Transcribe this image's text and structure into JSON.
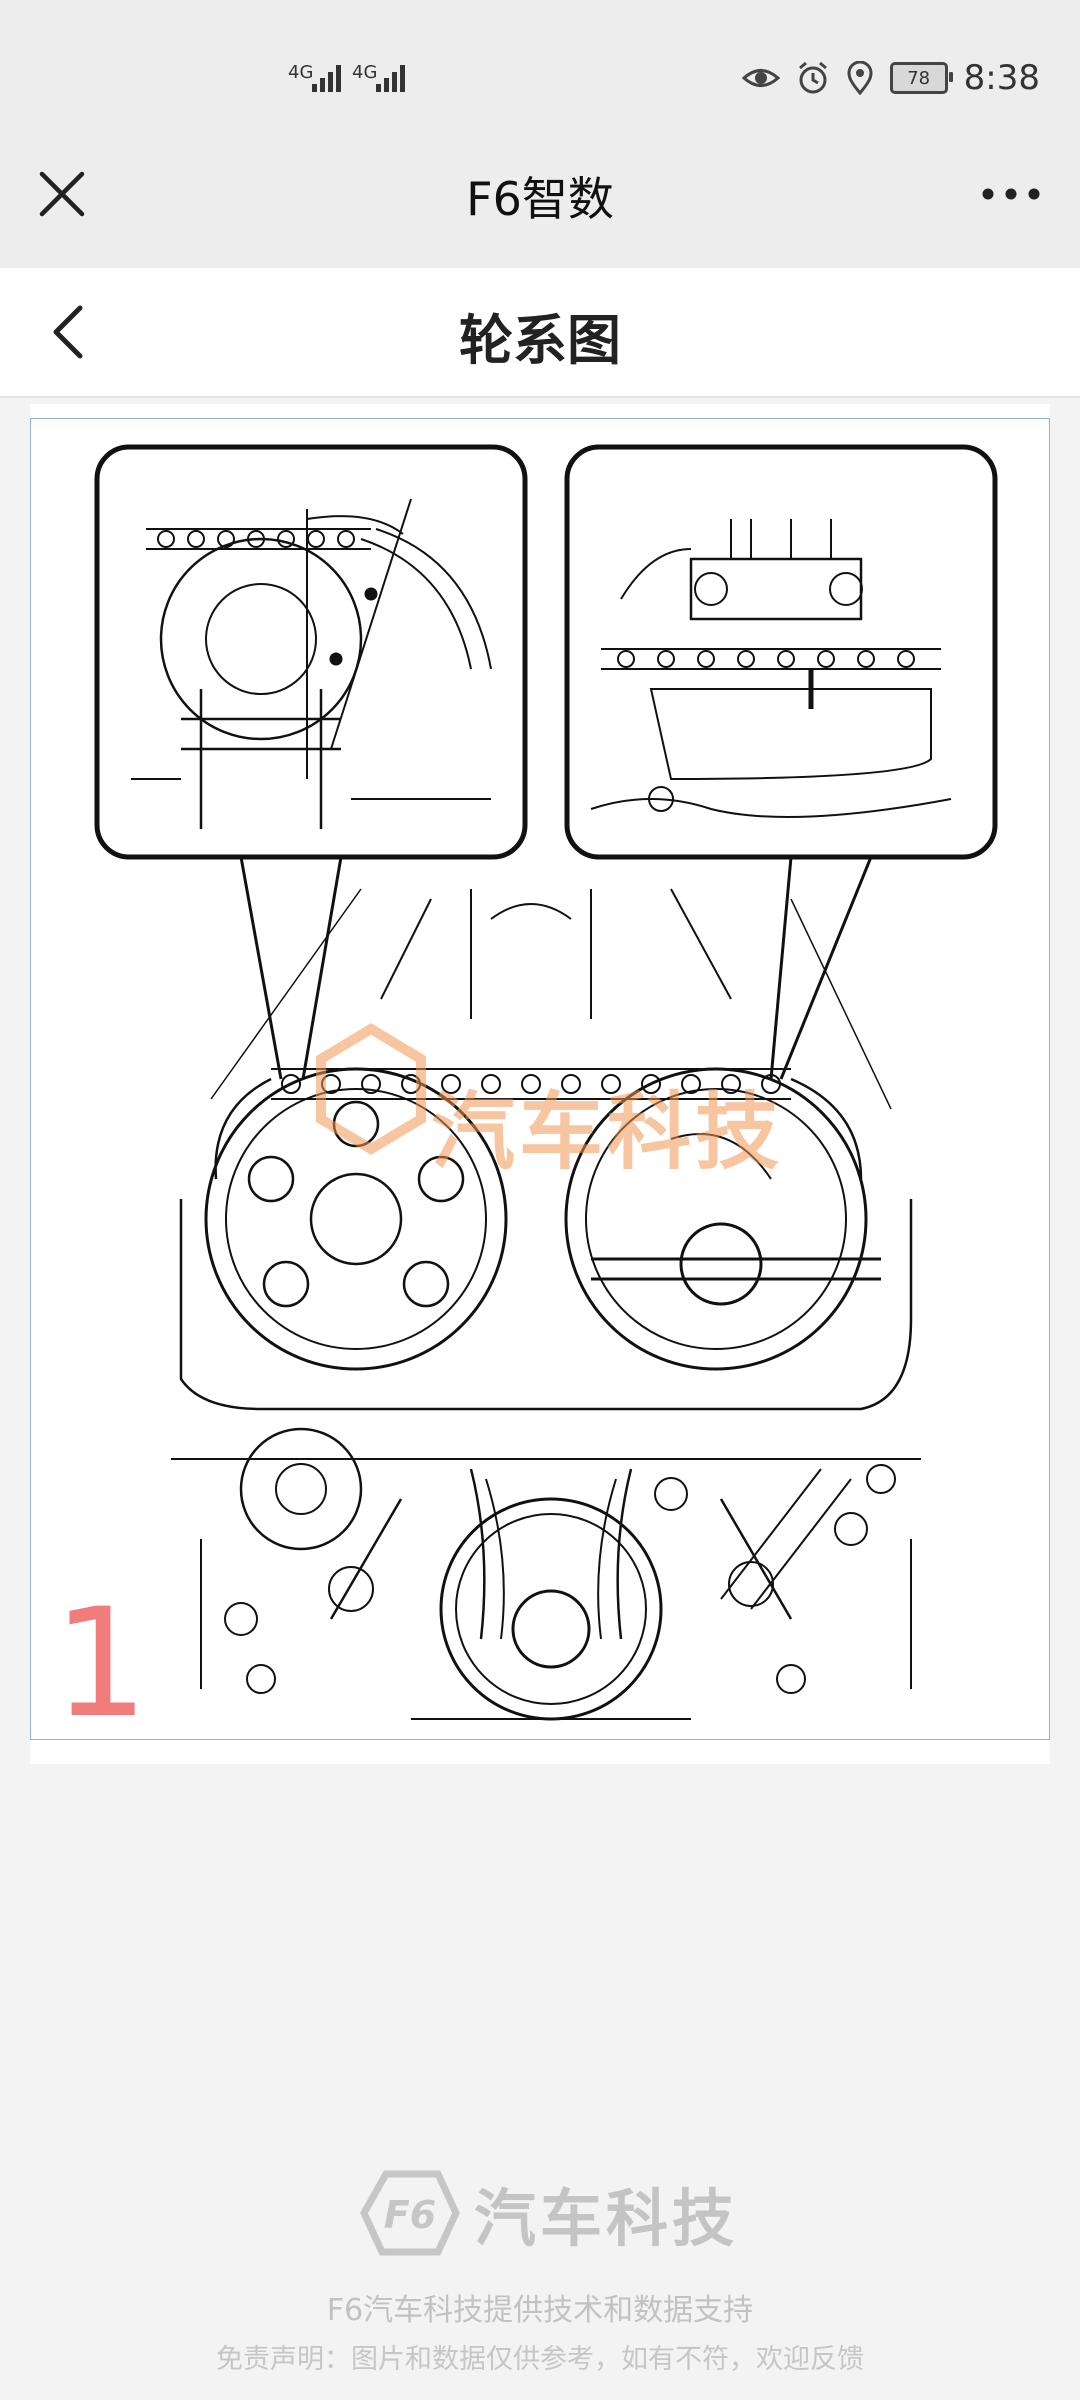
{
  "status_bar": {
    "signal_1": "4G",
    "signal_2": "4G",
    "battery": "78",
    "time": "8:38",
    "icons": [
      "eye-icon",
      "alarm-icon",
      "location-icon"
    ]
  },
  "app_bar": {
    "title": "F6智数",
    "close_icon": "close-icon",
    "more_icon": "more-icon"
  },
  "nav": {
    "title": "轮系图",
    "back_icon": "back-icon"
  },
  "figure": {
    "number": "1",
    "watermark": "汽车科技"
  },
  "footer": {
    "logo_text": "汽车科技",
    "line1": "F6汽车科技提供技术和数据支持",
    "line2": "免责声明：图片和数据仅供参考，如有不符，欢迎反馈"
  },
  "colors": {
    "accent_number": "#f07c7c",
    "watermark": "#f0a050",
    "frame_border": "#8fb8d0"
  }
}
